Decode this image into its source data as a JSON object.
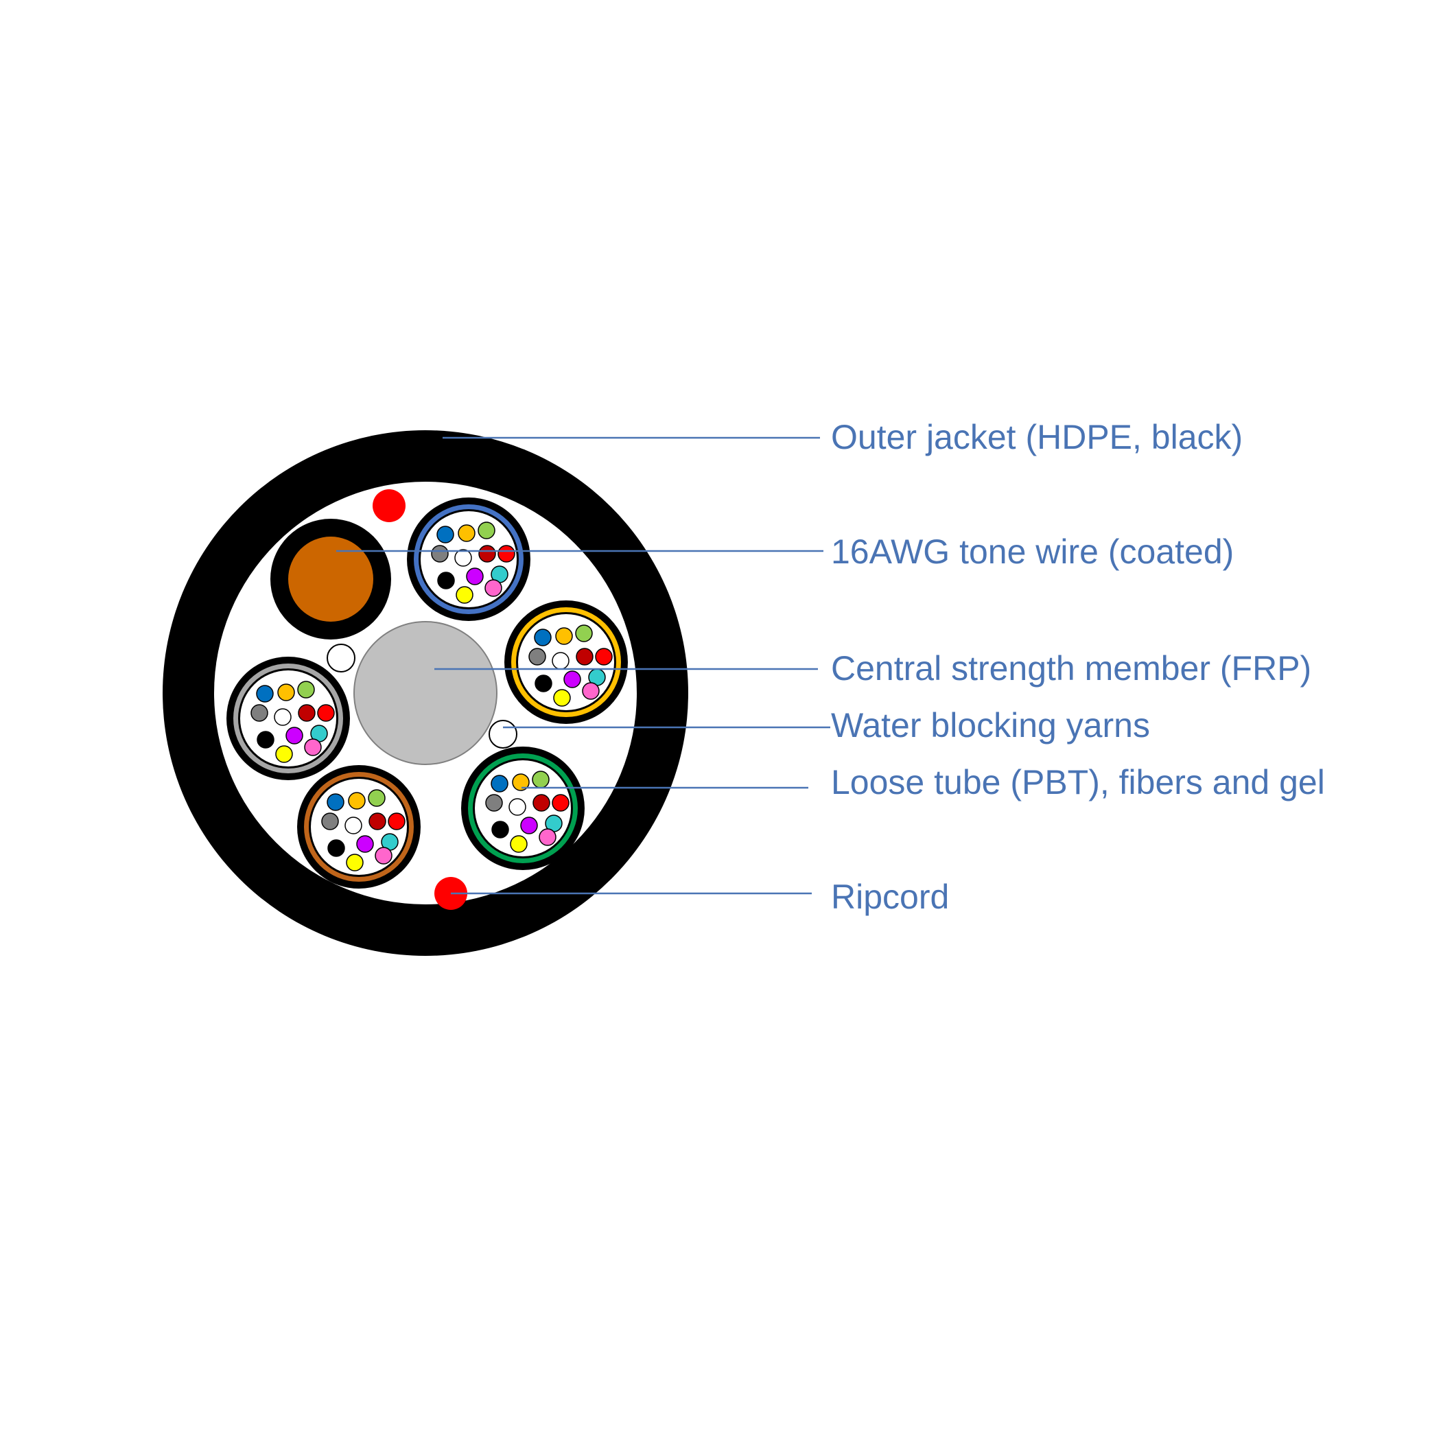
{
  "labels": {
    "outer_jacket": "Outer jacket (HDPE, black)",
    "tone_wire": "16AWG tone wire (coated)",
    "central_member": "Central strength member (FRP)",
    "water_yarns": "Water blocking yarns",
    "loose_tube": "Loose tube (PBT), fibers and gel",
    "ripcord": "Ripcord"
  },
  "colors": {
    "label_text": "#4a74b4",
    "jacket": "#000000",
    "core_fill": "#ffffff",
    "tone_wire_copper": "#cc6600",
    "central_member": "#c0c0c0",
    "ripcord": "#ff0000"
  },
  "loose_tubes": [
    {
      "name": "blue-tube",
      "ring_color": "#4472c4"
    },
    {
      "name": "orange-tube",
      "ring_color": "#ffc000"
    },
    {
      "name": "green-tube",
      "ring_color": "#00a050"
    },
    {
      "name": "brown-tube",
      "ring_color": "#c0651a"
    },
    {
      "name": "slate-tube",
      "ring_color": "#a6a6a6"
    }
  ],
  "fiber_colors": [
    "#0070c0",
    "#ffc000",
    "#92d050",
    "#7f7f7f",
    "#ffffff",
    "#c00000",
    "#ff0000",
    "#000000",
    "#cc00ff",
    "#33cccc",
    "#ffff00",
    "#ff66cc"
  ]
}
